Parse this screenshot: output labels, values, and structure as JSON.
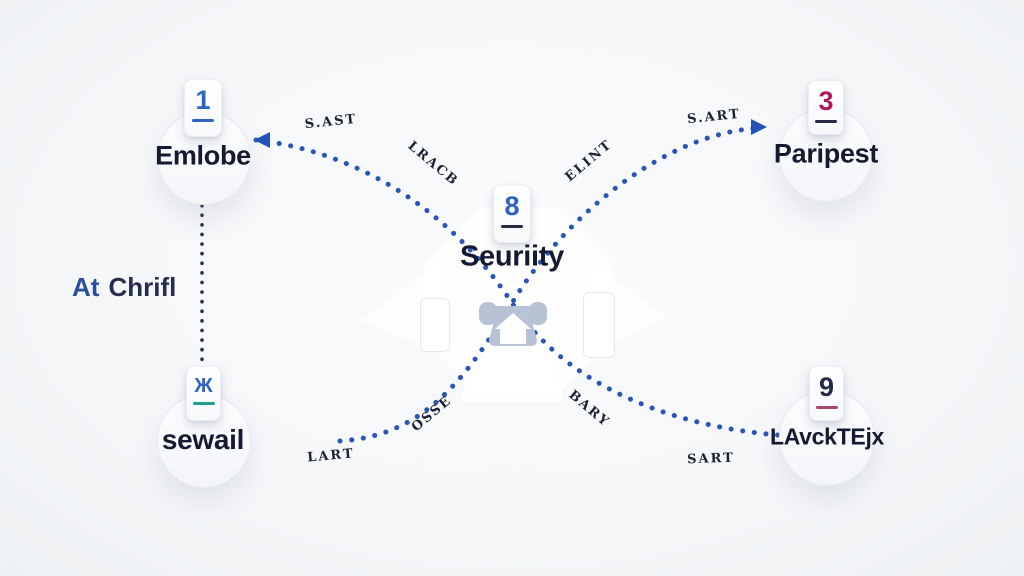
{
  "side_label": {
    "word1": "At",
    "word2": "Chrifl"
  },
  "center": {
    "badge": "8",
    "label": "Seuriity",
    "icon": "phone-home-icon"
  },
  "nodes": [
    {
      "badge": "1",
      "label": "Emlobe"
    },
    {
      "badge": "3",
      "label": "Paripest"
    },
    {
      "badge": "Ж",
      "label": "sewail"
    },
    {
      "badge": "9",
      "label": "LAvckTEjx"
    }
  ],
  "edge_labels": [
    {
      "text": "S.AST"
    },
    {
      "text": "LRACB"
    },
    {
      "text": "ELINT"
    },
    {
      "text": "S.ART"
    },
    {
      "text": "OSSE"
    },
    {
      "text": "BARY"
    },
    {
      "text": "LART"
    },
    {
      "text": "SART"
    }
  ],
  "colors": {
    "connector_blue": "#2a54b6",
    "vertical_line": "#2a3147",
    "badge_blue": "#2f62c4",
    "badge_magenta": "#ad1a5f",
    "badge_dark": "#202946",
    "underline_teal": "#1f9e8e",
    "underline_pink": "#a4486e",
    "text_dark": "#141b30",
    "center_icon_gray": "#b7c2d5",
    "background": "#f4f6f8"
  }
}
